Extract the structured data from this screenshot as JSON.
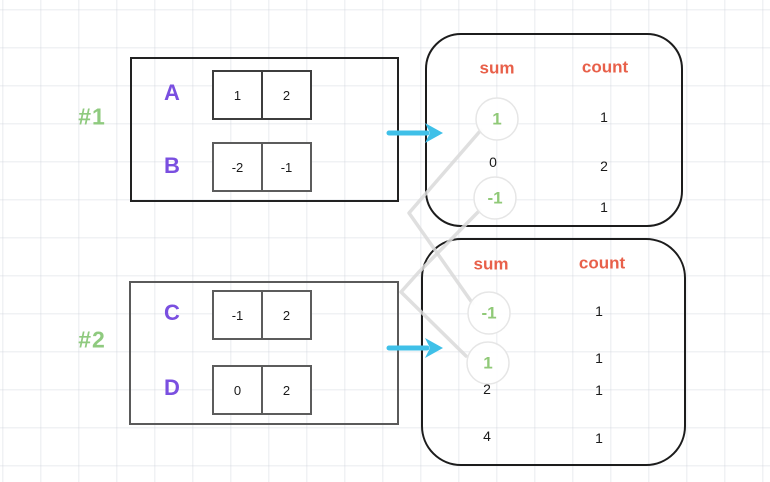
{
  "examples": [
    {
      "id": "#1",
      "arrays": [
        {
          "name": "A",
          "values": [
            "1",
            "2"
          ]
        },
        {
          "name": "B",
          "values": [
            "-2",
            "-1"
          ]
        }
      ],
      "result": {
        "headers": {
          "sum": "sum",
          "count": "count"
        },
        "rows": [
          {
            "sum": "1",
            "count": "1",
            "highlighted": true
          },
          {
            "sum": "0",
            "count": "2",
            "highlighted": false
          },
          {
            "sum": "-1",
            "count": "1",
            "highlighted": true
          }
        ]
      }
    },
    {
      "id": "#2",
      "arrays": [
        {
          "name": "C",
          "values": [
            "-1",
            "2"
          ]
        },
        {
          "name": "D",
          "values": [
            "0",
            "2"
          ]
        }
      ],
      "result": {
        "headers": {
          "sum": "sum",
          "count": "count"
        },
        "rows": [
          {
            "sum": "-1",
            "count": "1",
            "highlighted": true
          },
          {
            "sum": "1",
            "count": "1",
            "highlighted": true
          },
          {
            "sum": "2",
            "count": "1",
            "highlighted": false
          },
          {
            "sum": "4",
            "count": "1",
            "highlighted": false
          }
        ]
      }
    }
  ],
  "connections": [
    {
      "from_example": "#1",
      "from_sum": "1",
      "to_example": "#2",
      "to_sum": "-1"
    },
    {
      "from_example": "#1",
      "from_sum": "-1",
      "to_example": "#2",
      "to_sum": "1"
    }
  ],
  "colors": {
    "example_label_green": "#8fca7f",
    "array_name_purple": "#7a4fe0",
    "header_orange": "#e8604a",
    "highlight_green": "#90c978",
    "arrow_blue": "#3fc0e8",
    "connector_gray": "#d9d9d9"
  }
}
